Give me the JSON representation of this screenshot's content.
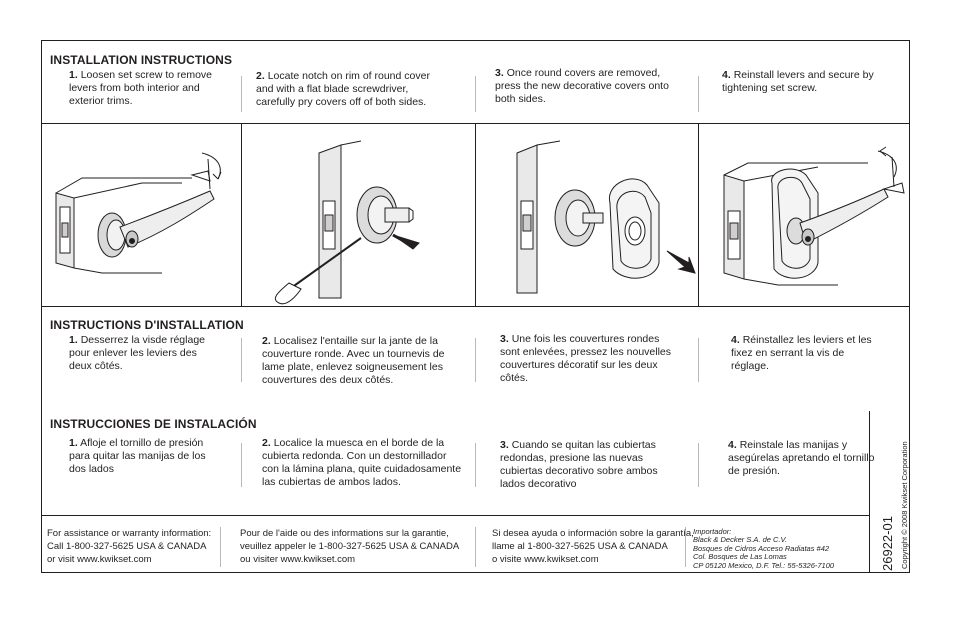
{
  "sections": [
    {
      "title": "INSTALLATION INSTRUCTIONS",
      "steps": [
        {
          "num": "1.",
          "text": "Loosen set screw to remove levers from both interior and exterior trims."
        },
        {
          "num": "2.",
          "text": "Locate notch on rim of round cover and with a flat blade screwdriver, carefully pry covers off of both sides."
        },
        {
          "num": "3.",
          "text": "Once round covers are removed, press the new decorative covers onto both sides."
        },
        {
          "num": "4.",
          "text": "Reinstall levers and secure by tightening set screw."
        }
      ]
    },
    {
      "title": "INSTRUCTIONS D'INSTALLATION",
      "steps": [
        {
          "num": "1.",
          "text": "Desserrez la visde réglage pour enlever les leviers des deux côtés."
        },
        {
          "num": "2.",
          "text": "Localisez l'entaille sur la jante de la couverture ronde. Avec un tournevis de lame plate, enlevez soigneusement les couvertures des deux côtés."
        },
        {
          "num": "3.",
          "text": "Une fois les couvertures rondes sont enlevées, pressez les nouvelles couvertures décoratif sur les deux côtés."
        },
        {
          "num": "4.",
          "text": "Réinstallez les leviers et les fixez en serrant la vis de réglage."
        }
      ]
    },
    {
      "title": "INSTRUCCIONES DE INSTALACIÓN",
      "steps": [
        {
          "num": "1.",
          "text": "Afloje el tornillo de presión para quitar las manijas de los dos lados"
        },
        {
          "num": "2.",
          "text": "Localice la muesca en el borde de la cubierta redonda. Con un destornillador con la lámina plana, quite cuidadosamente las cubiertas de ambos lados."
        },
        {
          "num": "3.",
          "text": "Cuando se quitan las cubiertas redondas, presione las nuevas cubiertas decorativo sobre ambos lados decorativo"
        },
        {
          "num": "4.",
          "text": "Reinstale las manijas y asegúrelas apretando el tornillo de presión."
        }
      ]
    }
  ],
  "footer": {
    "english": [
      "For assistance or warranty information:",
      "Call 1-800-327-5625 USA & CANADA",
      "or visit www.kwikset.com"
    ],
    "french": [
      "Pour de l'aide ou des informations sur la garantie,",
      "veuillez appeler le 1-800-327-5625 USA & CANADA",
      "ou visiter www.kwikset.com"
    ],
    "spanish": [
      "Si desea ayuda o información sobre la garantía,",
      "llame al  1-800-327-5625 USA & CANADA",
      "o visite www.kwikset.com"
    ],
    "importer": [
      "Importador:",
      "Black & Decker S.A. de C.V.",
      "Bosques de Cidros Acceso Radiatas #42",
      "Col. Bosques de Las Lomas",
      "CP 05120 Mexico, D.F.  Tel.: 55-5326-7100"
    ]
  },
  "doc_number": "26922-01",
  "copyright": "Copyright © 2008 Kwikset Corporation",
  "illustrations": [
    "remove-lever-illustration",
    "pry-cover-illustration",
    "press-cover-illustration",
    "reinstall-lever-illustration"
  ]
}
